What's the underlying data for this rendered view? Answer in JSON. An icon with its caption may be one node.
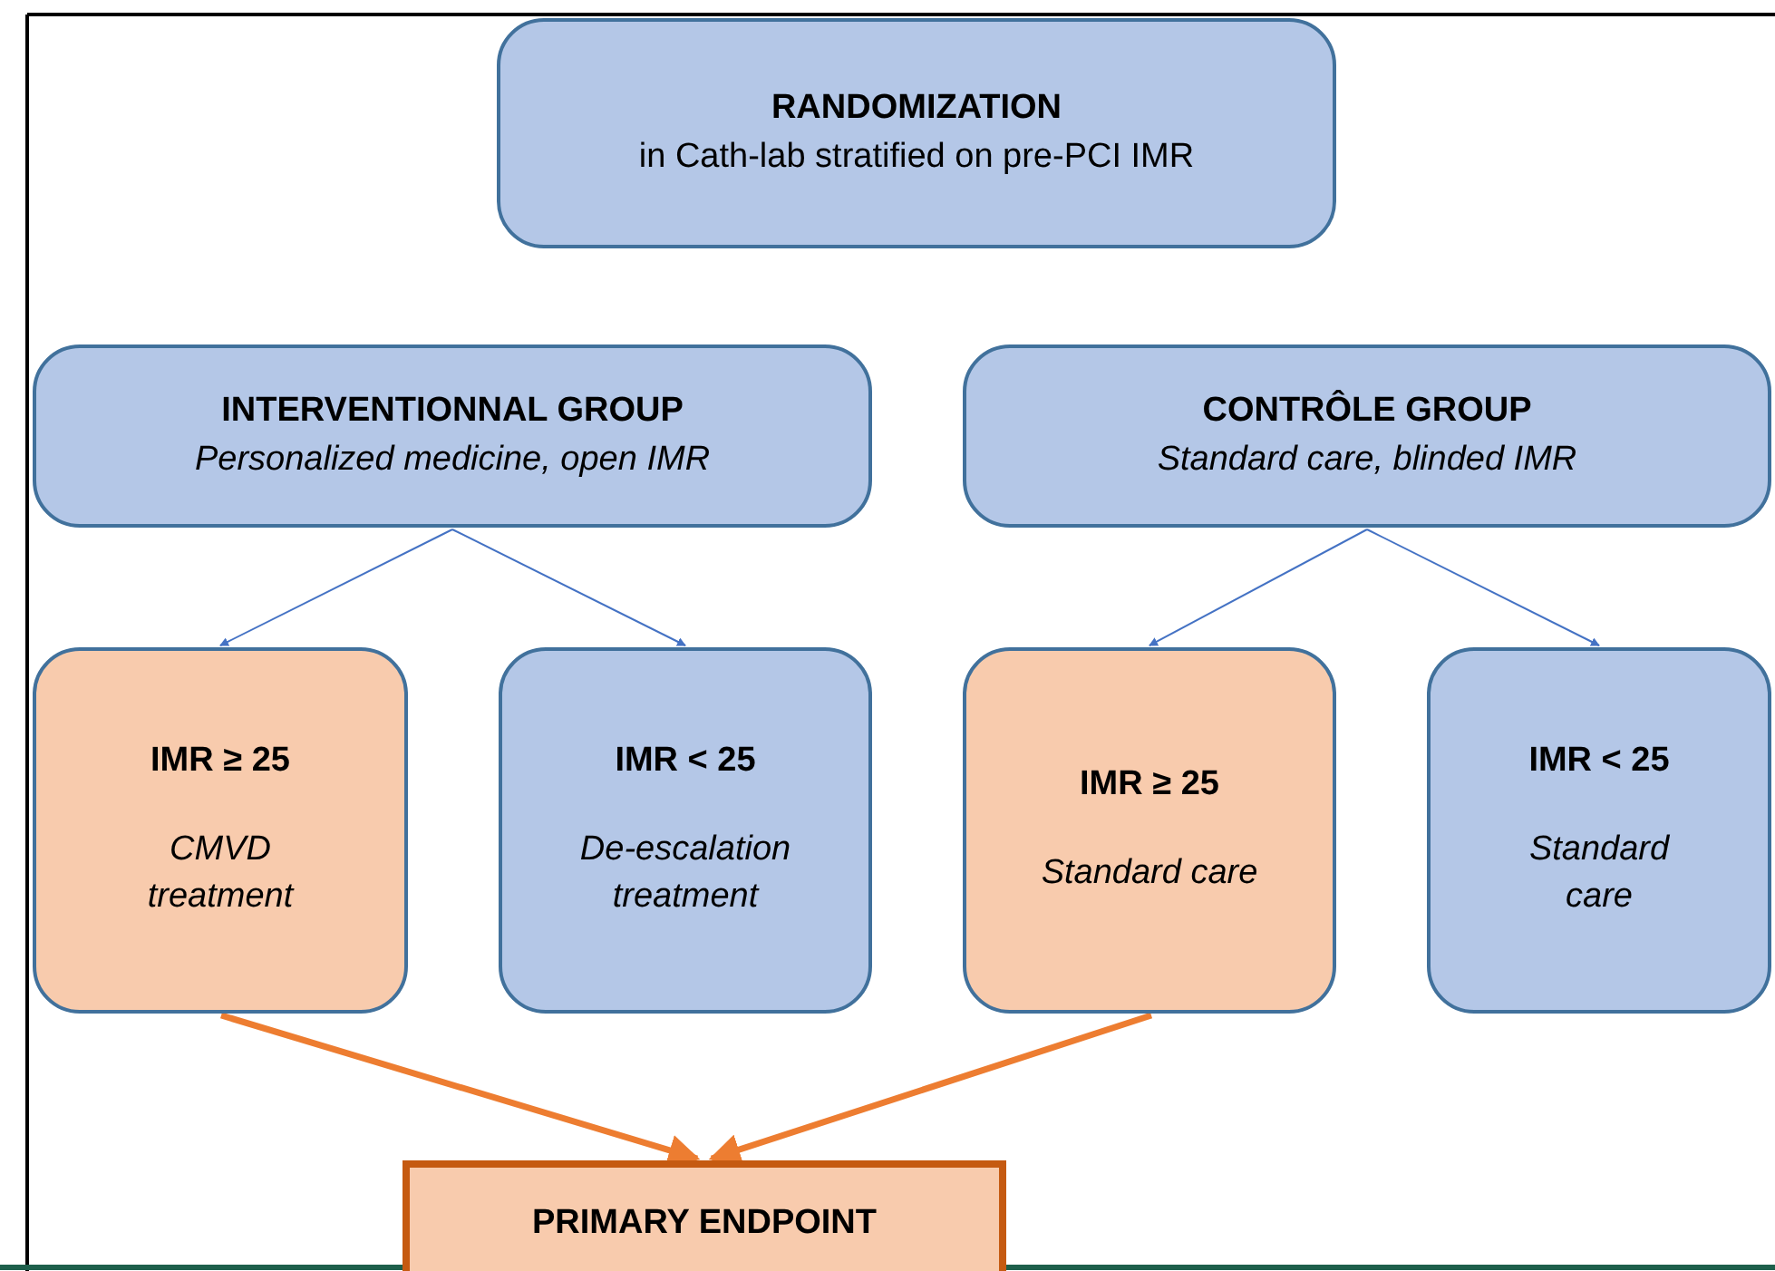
{
  "diagram": {
    "nodes": [
      {
        "text": [
          "RANDOMIZATION",
          "in Cath-lab stratified on pre-PCI IMR"
        ]
      },
      {
        "text": [
          "INTERVENTIONNAL GROUP",
          "Personalized medicine, open IMR"
        ]
      },
      {
        "text": [
          "CONTRÔLE GROUP",
          "Standard care, blinded IMR"
        ]
      },
      {
        "text": [
          "IMR ≥ 25",
          "CMVD treatment"
        ]
      },
      {
        "text": [
          "IMR < 25",
          "De-escalation treatment"
        ]
      },
      {
        "text": [
          "IMR ≥ 25",
          "Standard care"
        ]
      },
      {
        "text": [
          "IMR < 25",
          "Standard care"
        ]
      },
      {
        "text": [
          "PRIMARY ENDPOINT"
        ]
      }
    ],
    "edges": [
      {
        "from": 1,
        "to": 3,
        "arrow": "to"
      },
      {
        "from": 1,
        "to": 4,
        "arrow": "to"
      },
      {
        "from": 2,
        "to": 5,
        "arrow": "to"
      },
      {
        "from": 2,
        "to": 6,
        "arrow": "to"
      },
      {
        "from": 3,
        "to": 7,
        "arrow": "to",
        "style": "thick",
        "color": "#ed7d31"
      },
      {
        "from": 5,
        "to": 7,
        "arrow": "to",
        "style": "thick",
        "color": "#ed7d31"
      }
    ]
  }
}
